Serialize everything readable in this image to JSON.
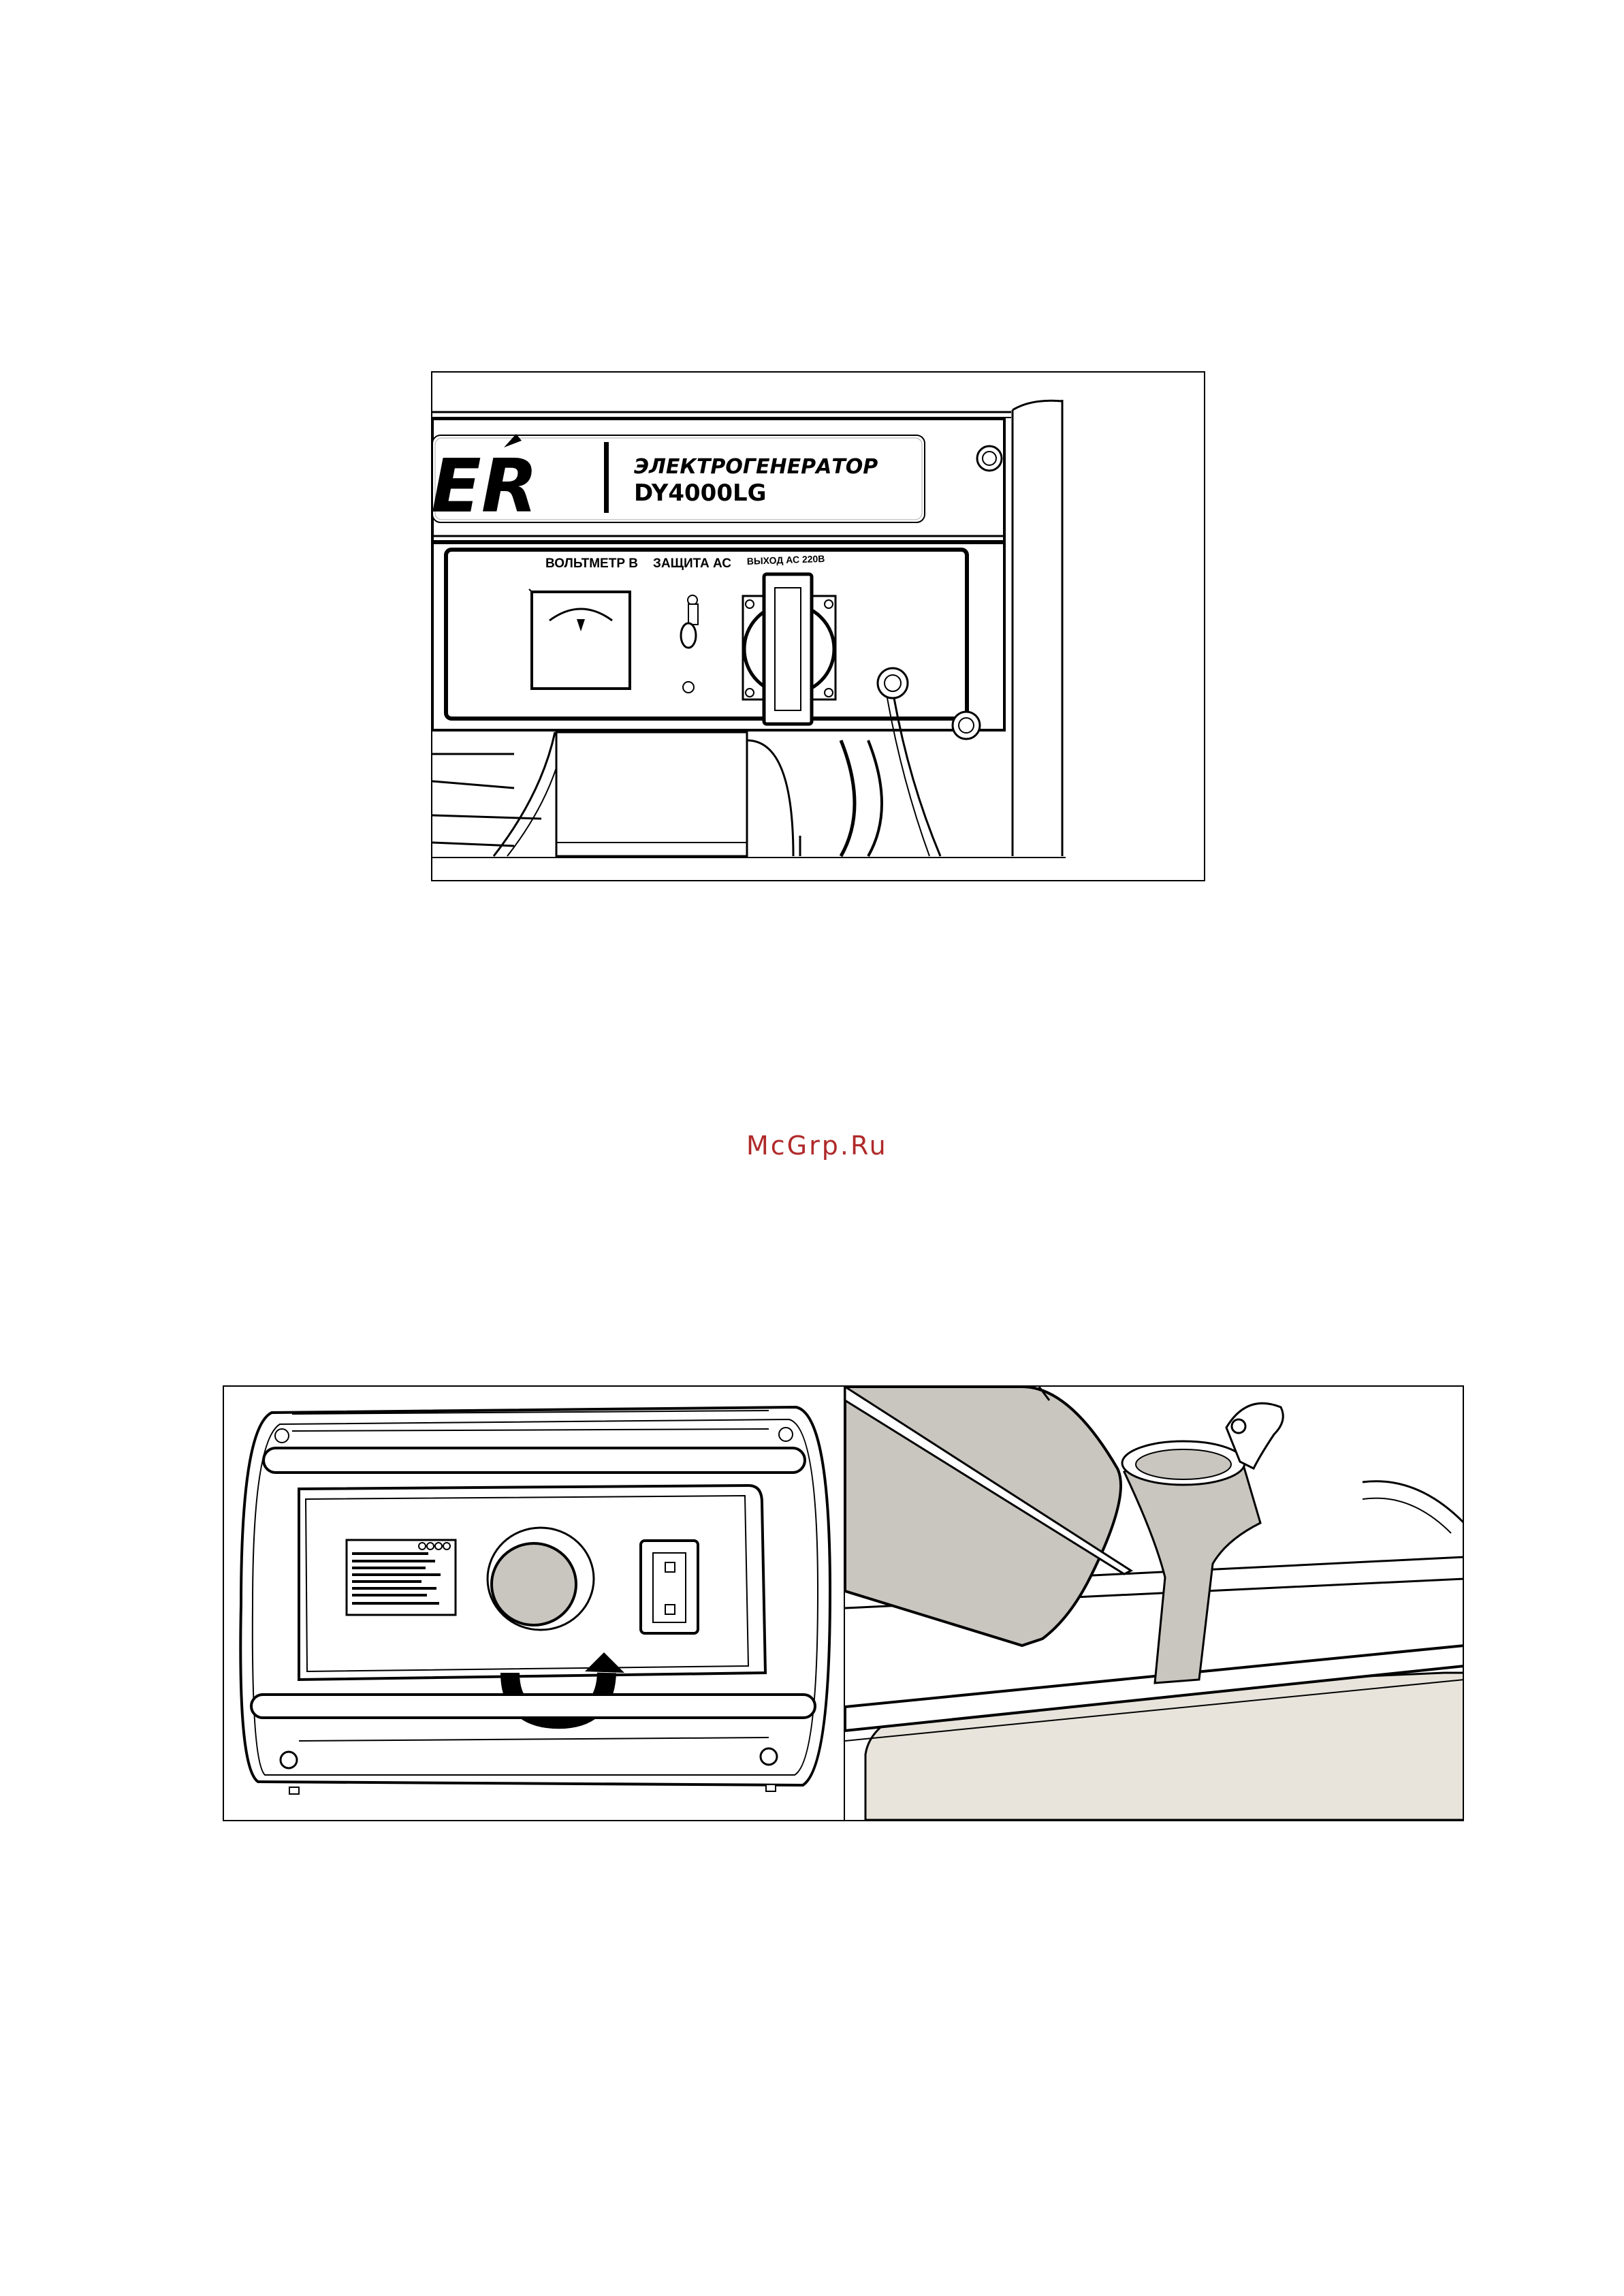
{
  "figure1": {
    "brand_partial": "ER",
    "product_name": "ЭЛЕКТРОГЕНЕРАТОР",
    "model": "DY4000LG",
    "labels": {
      "voltmeter": "ВОЛЬТМЕТР В",
      "protection": "ЗАЩИТА АС",
      "output": "ВЫХОД АС 220В"
    }
  },
  "watermark": "McGrp.Ru",
  "colors": {
    "watermark": "#b02a2a",
    "tank_fill": "#c9c5bf",
    "cover_fill": "#e8e4dc"
  }
}
